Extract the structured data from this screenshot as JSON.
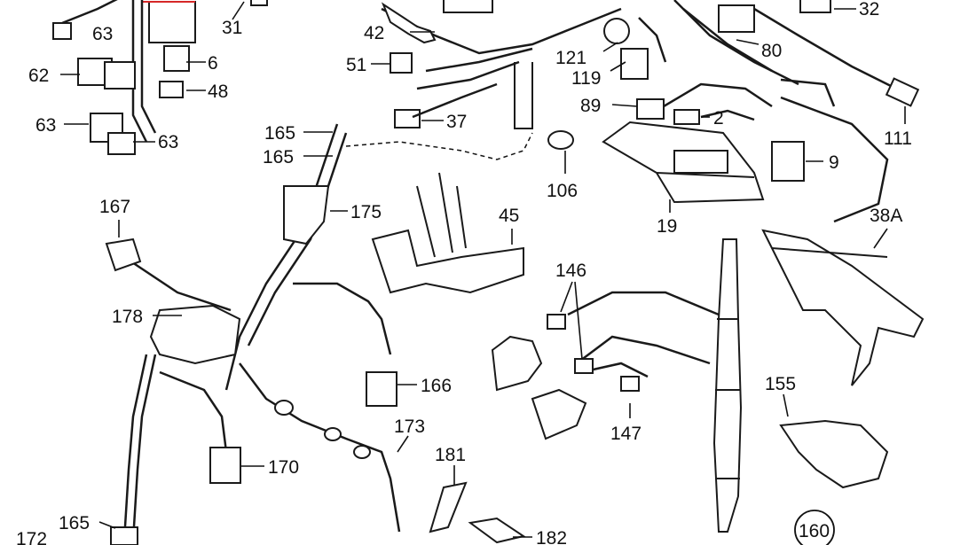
{
  "diagram": {
    "callouts": [
      "31",
      "32",
      "63",
      "6",
      "62",
      "48",
      "63",
      "63",
      "42",
      "121",
      "80",
      "51",
      "119",
      "89",
      "37",
      "2",
      "111",
      "165",
      "165",
      "106",
      "9",
      "175",
      "167",
      "45",
      "19",
      "38A",
      "178",
      "146",
      "166",
      "147",
      "155",
      "173",
      "170",
      "181",
      "165",
      "172",
      "182",
      "160"
    ],
    "circled_label": "160",
    "colors": {
      "line": "#1a1a1a",
      "background": "#ffffff",
      "accent": "#d62828"
    }
  }
}
